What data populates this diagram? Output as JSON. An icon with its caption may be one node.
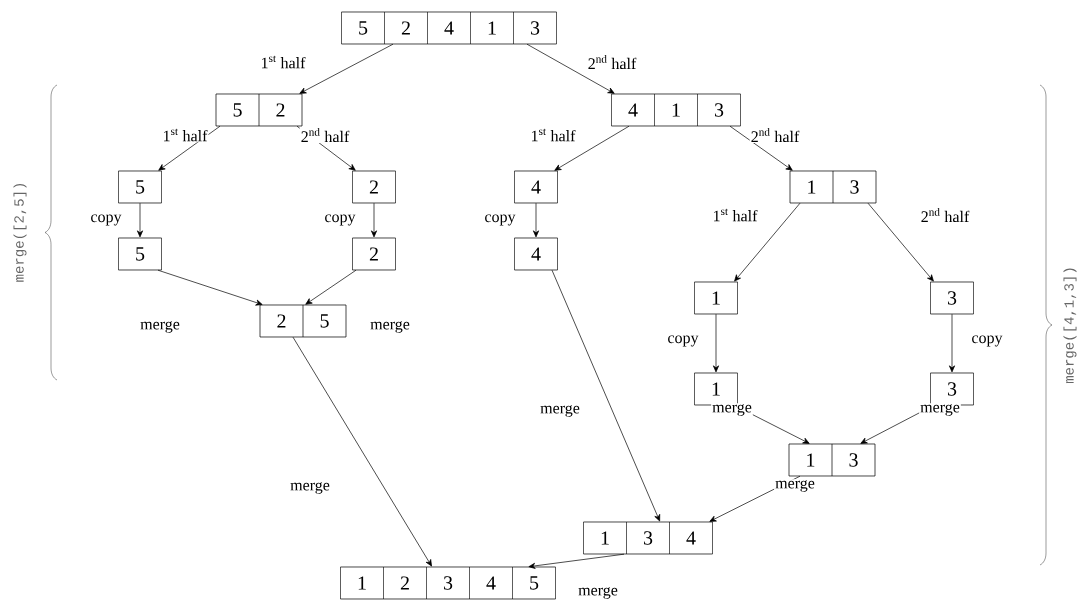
{
  "diagram": {
    "nodes": [
      {
        "text": [
          "5",
          "2",
          "4",
          "1",
          "3"
        ]
      },
      {
        "text": [
          "5",
          "2"
        ]
      },
      {
        "text": [
          "4",
          "1",
          "3"
        ]
      },
      {
        "text": [
          "5"
        ]
      },
      {
        "text": [
          "2"
        ]
      },
      {
        "text": [
          "4"
        ]
      },
      {
        "text": [
          "1",
          "3"
        ]
      },
      {
        "text": [
          "5"
        ]
      },
      {
        "text": [
          "2"
        ]
      },
      {
        "text": [
          "4"
        ]
      },
      {
        "text": [
          "1"
        ]
      },
      {
        "text": [
          "3"
        ]
      },
      {
        "text": [
          "1"
        ]
      },
      {
        "text": [
          "3"
        ]
      },
      {
        "text": [
          "2",
          "5"
        ]
      },
      {
        "text": [
          "1",
          "3"
        ]
      },
      {
        "text": [
          "1",
          "3",
          "4"
        ]
      },
      {
        "text": [
          "1",
          "2",
          "3",
          "4",
          "5"
        ]
      }
    ],
    "edges": [
      {
        "from": 0,
        "to": 1,
        "arrow": "to",
        "label": "1$^{st}$ half"
      },
      {
        "from": 0,
        "to": 2,
        "arrow": "to",
        "label": "2$^{nd}$ half"
      },
      {
        "from": 1,
        "to": 3,
        "arrow": "to",
        "label": "1$^{st}$ half"
      },
      {
        "from": 1,
        "to": 4,
        "arrow": "to",
        "label": "2$^{nd}$ half"
      },
      {
        "from": 2,
        "to": 5,
        "arrow": "to",
        "label": "1$^{st}$ half"
      },
      {
        "from": 2,
        "to": 6,
        "arrow": "to",
        "label": "2$^{nd}$ half"
      },
      {
        "from": 3,
        "to": 7,
        "arrow": "to",
        "label": "copy"
      },
      {
        "from": 4,
        "to": 8,
        "arrow": "to",
        "label": "copy"
      },
      {
        "from": 5,
        "to": 9,
        "arrow": "to",
        "label": "copy"
      },
      {
        "from": 6,
        "to": 10,
        "arrow": "to",
        "label": "1$^{st}$ half"
      },
      {
        "from": 6,
        "to": 11,
        "arrow": "to",
        "label": "2$^{nd}$ half"
      },
      {
        "from": 10,
        "to": 12,
        "arrow": "to",
        "label": "copy"
      },
      {
        "from": 11,
        "to": 13,
        "arrow": "to",
        "label": "copy"
      },
      {
        "from": 7,
        "to": 14,
        "arrow": "to",
        "label": "merge"
      },
      {
        "from": 8,
        "to": 14,
        "arrow": "to",
        "label": "merge"
      },
      {
        "from": 12,
        "to": 15,
        "arrow": "to",
        "label": "merge"
      },
      {
        "from": 13,
        "to": 15,
        "arrow": "to",
        "label": "merge"
      },
      {
        "from": 9,
        "to": 16,
        "arrow": "to",
        "label": "merge"
      },
      {
        "from": 15,
        "to": 16,
        "arrow": "to",
        "label": "merge"
      },
      {
        "from": 14,
        "to": 17,
        "arrow": "to",
        "label": "merge"
      },
      {
        "from": 16,
        "to": 17,
        "arrow": "to",
        "label": "merge"
      }
    ],
    "labels": [
      "merge([2,5])",
      "merge([4,1,3])"
    ]
  }
}
